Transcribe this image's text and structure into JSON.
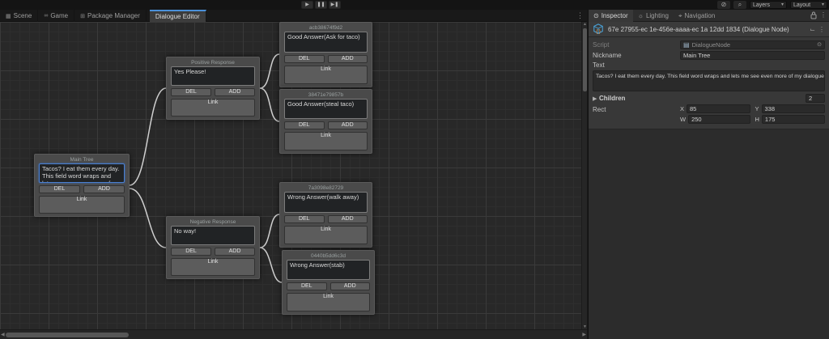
{
  "toolbar": {
    "play_icon": "▶",
    "pause_icon": "❚❚",
    "step_icon": "▶❚",
    "collab_icon": "⊘",
    "search_icon": "⌕",
    "layers_label": "Layers",
    "layout_label": "Layout",
    "caret": "▾"
  },
  "tabs": {
    "scene": "Scene",
    "game": "Game",
    "package_manager": "Package Manager",
    "dialogue_editor": "Dialogue Editor"
  },
  "graph": {
    "node_buttons": {
      "del": "DEL",
      "add": "ADD",
      "link": "Link"
    },
    "nodes": [
      {
        "title": "Main Tree",
        "text": "Tacos? I eat them every day. This field word wraps and lets me see even more of my dialogue!"
      },
      {
        "title": "Positive Response",
        "text": "Yes Please!"
      },
      {
        "title": "Negative Response",
        "text": "No way!"
      },
      {
        "title": "acb38674f9d2",
        "text": "Good Answer(Ask for taco)"
      },
      {
        "title": "38471e79857b",
        "text": "Good Answer(steal taco)"
      },
      {
        "title": "7a3098e82729",
        "text": "Wrong Answer(walk away)"
      },
      {
        "title": "0440b5dd6c3d",
        "text": "Wrong Answer(stab)"
      }
    ],
    "connection_color": "#cfcfcf"
  },
  "inspector": {
    "tabs": {
      "inspector": "Inspector",
      "lighting": "Lighting",
      "navigation": "Navigation"
    },
    "object_title": "67e 27955-ec 1e-456e-aaaa-ec 1a 12dd 1834 (Dialogue Node)",
    "fields": {
      "script_label": "Script",
      "script_value": "DialogueNode",
      "nickname_label": "Nickname",
      "nickname_value": "Main Tree",
      "text_label": "Text",
      "text_value": "Tacos? I eat them every day. This field word wraps and lets me see even more of my dialogue!",
      "children_label": "Children",
      "children_value": "2",
      "rect_label": "Rect",
      "x_label": "X",
      "x_value": "85",
      "y_label": "Y",
      "y_value": "338",
      "w_label": "W",
      "w_value": "250",
      "h_label": "H",
      "h_value": "175"
    },
    "accent_color": "#4a90d9"
  }
}
